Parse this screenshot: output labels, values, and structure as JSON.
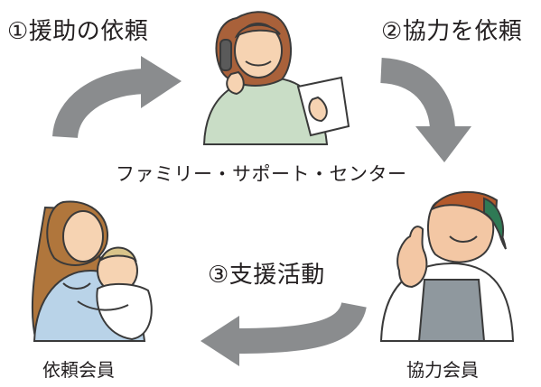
{
  "center": {
    "label": "ファミリー・サポート・センター"
  },
  "steps": {
    "step1": "①援助の依頼",
    "step2": "②協力を依頼",
    "step3": "③支援活動"
  },
  "members": {
    "requester": "依頼会員",
    "supporter": "協力会員"
  },
  "icons": {
    "center": "phone-operator-illustration",
    "requester": "mother-with-baby-illustration",
    "supporter": "thumbs-up-worker-illustration"
  },
  "colors": {
    "arrow": "#8a8c8e",
    "text": "#231f20",
    "outline": "#3a3a3a"
  }
}
